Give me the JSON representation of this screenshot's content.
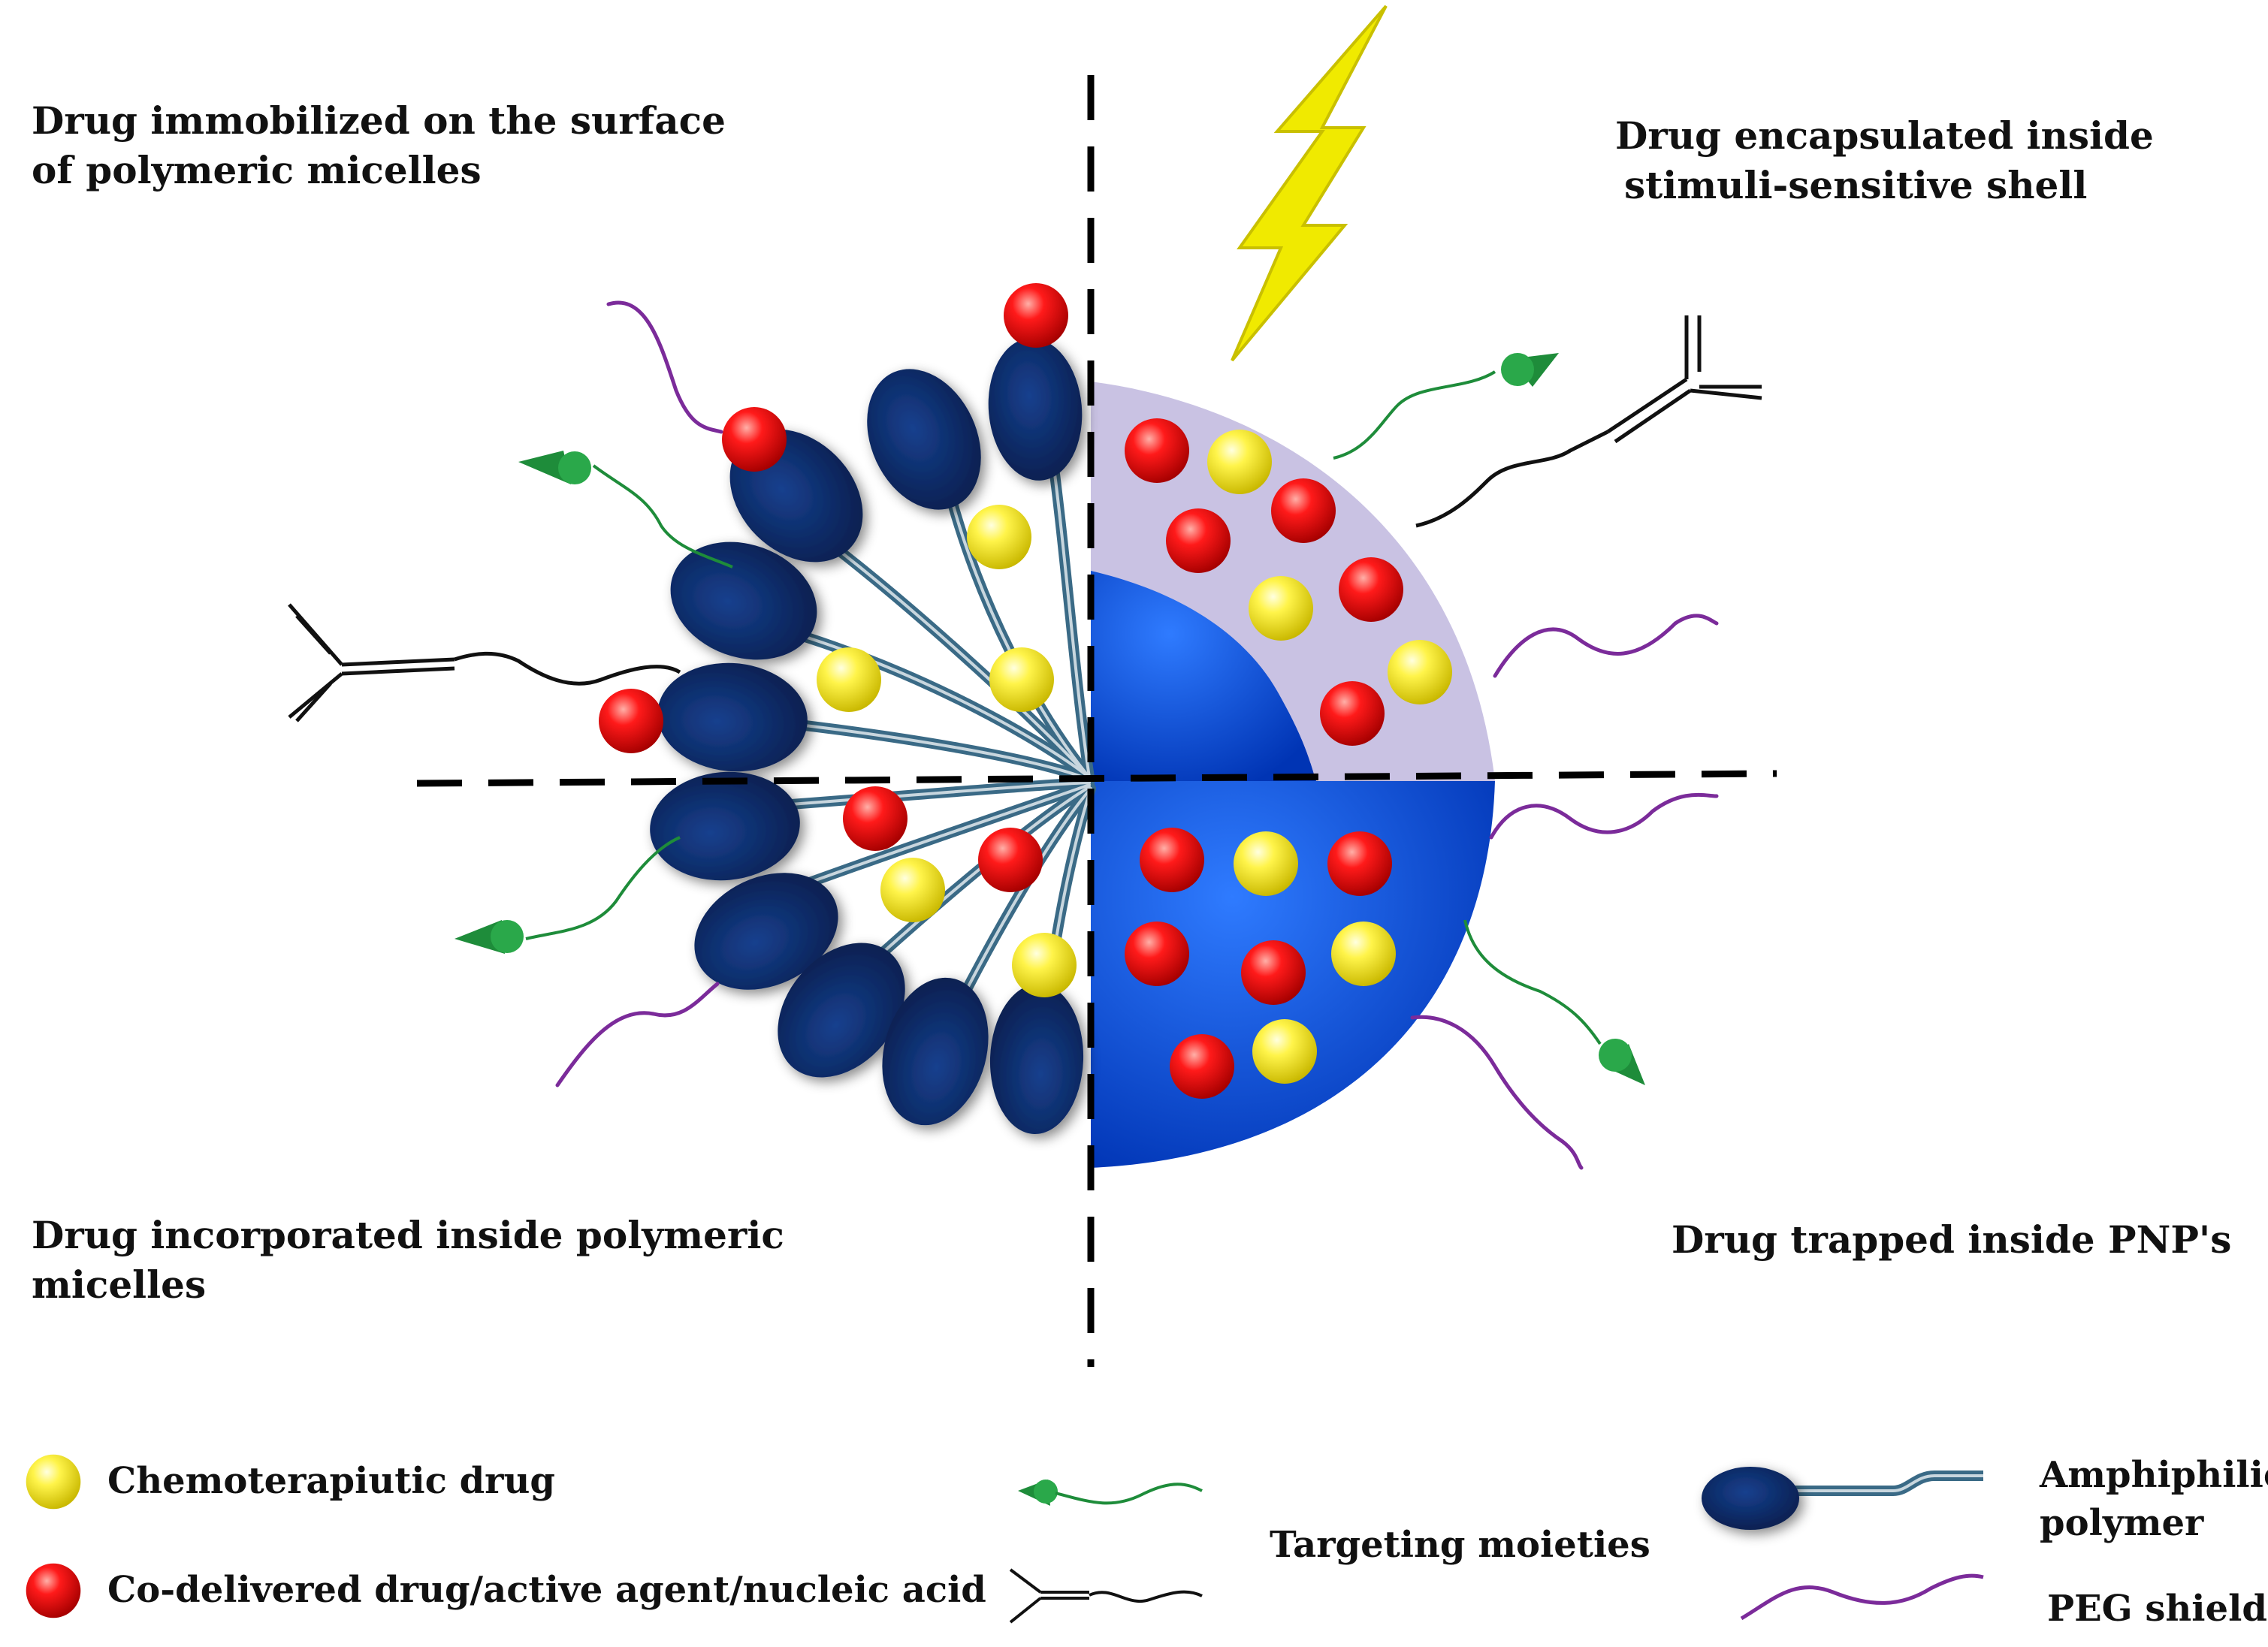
{
  "quadrants": {
    "top_left": {
      "line1": "Drug immobilized on the surface",
      "line2": "of polymeric micelles"
    },
    "top_right": {
      "line1": "Drug encapsulated inside",
      "line2": "stimuli-sensitive shell"
    },
    "bottom_left": {
      "line1": "Drug incorporated inside polymeric",
      "line2": "micelles"
    },
    "bottom_right": {
      "line1": "Drug trapped inside PNP's"
    }
  },
  "legend": {
    "chemo": "Chemoterapiutic drug",
    "codelivered": "Co-delivered drug/active agent/nucleic acid",
    "targeting": "Targeting moieties",
    "amphiphilic_line1": "Amphiphilic",
    "amphiphilic_line2": "polymer",
    "peg": "PEG shield"
  },
  "colors": {
    "chemo_drug": "#f2e600",
    "codelivered_drug": "#e8000b",
    "amphiphilic_head": "#0a2d6e",
    "amphiphilic_tail": "#3a6a86",
    "peg_shield": "#7b2b9a",
    "targeting_ligand": "#1e8c3a",
    "antibody": "#111111",
    "pnp_core": "#0047d6",
    "stimuli_shell": "#c9c2e3",
    "lightning": "#f0ea00"
  }
}
